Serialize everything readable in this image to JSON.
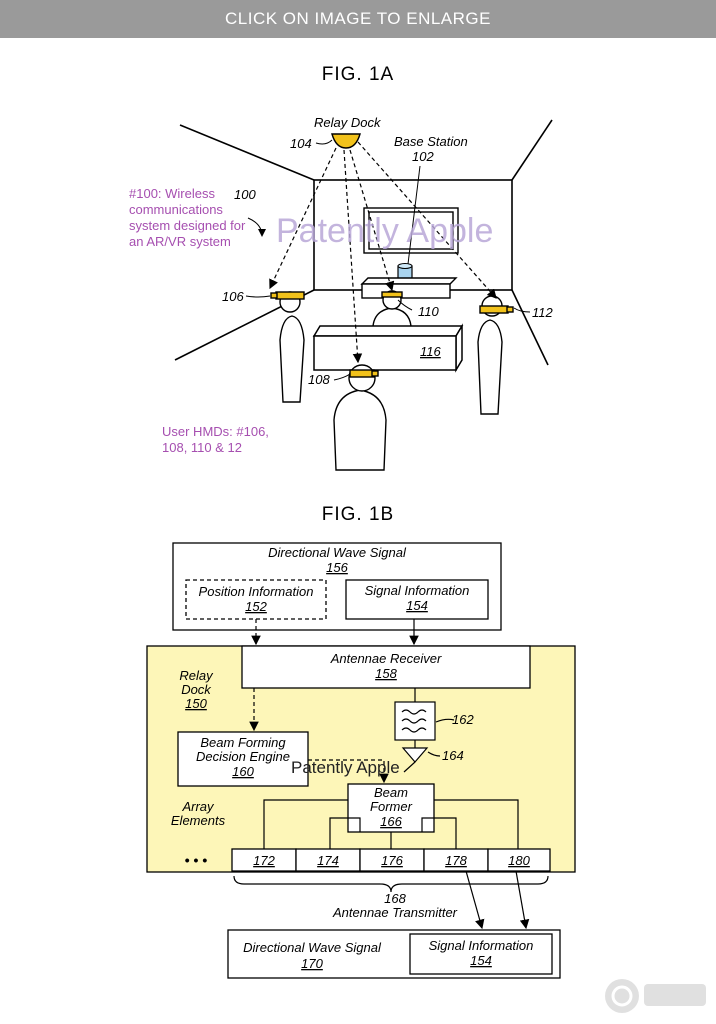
{
  "topbar": {
    "label": "CLICK ON IMAGE TO ENLARGE"
  },
  "fig1a": {
    "title": "FIG. 1A",
    "relay_dock": {
      "label": "Relay Dock",
      "number": "104"
    },
    "base_station": {
      "label": "Base Station",
      "number": "102"
    },
    "system_number": "100",
    "hmd_106": "106",
    "hmd_108": "108",
    "hmd_110": "110",
    "hmd_112": "112",
    "table_number": "116",
    "note_system": [
      "#100: Wireless",
      "communications",
      "system designed for",
      "an AR/VR system"
    ],
    "note_hmds": [
      "User HMDs: #106,",
      "108, 110 & 12"
    ],
    "watermark": "Patently Apple"
  },
  "fig1b": {
    "title": "FIG. 1B",
    "dws_top": {
      "label": "Directional Wave Signal",
      "number": "156"
    },
    "position_info": {
      "label": "Position Information",
      "number": "152"
    },
    "signal_info_top": {
      "label": "Signal Information",
      "number": "154"
    },
    "relay_dock": {
      "line1": "Relay",
      "line2": "Dock",
      "number": "150"
    },
    "antennae_receiver": {
      "label": "Antennae Receiver",
      "number": "158"
    },
    "filter_number": "162",
    "amp_number": "164",
    "beam_engine": {
      "line1": "Beam Forming",
      "line2": "Decision Engine",
      "number": "160"
    },
    "beam_former": {
      "line1": "Beam",
      "line2": "Former",
      "number": "166"
    },
    "array_elements": {
      "line1": "Array",
      "line2": "Elements",
      "dots": "• • •"
    },
    "elements": [
      "172",
      "174",
      "176",
      "178",
      "180"
    ],
    "transmitter": {
      "number": "168",
      "label": "Antennae Transmitter"
    },
    "dws_bottom": {
      "label": "Directional Wave Signal",
      "number": "170"
    },
    "signal_info_bottom": {
      "label": "Signal Information",
      "number": "154"
    },
    "watermark": "Patently Apple"
  },
  "colors": {
    "topbar": "#9a9a9a",
    "relay_box": "#fdf6b8",
    "hmd_yellow": "#f2c21b",
    "note_purple": "#a64fb0"
  }
}
